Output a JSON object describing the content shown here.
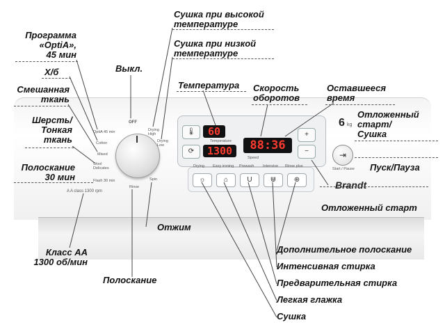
{
  "labels": {
    "high_temp_dry": "Сушка при высокой\nтемпературе",
    "low_temp_dry": "Сушка при низкой\nтемпературе",
    "program_optia": "Программа\n«OptiA»,\n45 мин",
    "off": "Выкл.",
    "cotton": "Х/б",
    "mixed": "Смешанная\nткань",
    "temperature": "Температура",
    "spin_speed": "Скорость\nоборотов",
    "remaining_time": "Оставшееся\nвремя",
    "delayed_start_dry": "Отложенный\nстарт/\nСушка",
    "wool": "Шерсть/\nТонкая\nткань",
    "start_pause": "Пуск/Пауза",
    "rinse30": "Полоскание\n30 мин",
    "delayed_start": "Отложенный старт",
    "spin": "Отжим",
    "class_aa": "Класс АА\n1300 об/мин",
    "extra_rinse": "Дополнительное полоскание",
    "intensive": "Интенсивная стирка",
    "prewash": "Предварительная стирка",
    "easy_iron": "Легкая глажка",
    "rinse": "Полоскание",
    "drying": "Сушка"
  },
  "panel": {
    "off_mark": "OFF",
    "optia_small": "OptiA 45 min",
    "cotton_small": "Cotton",
    "mixed_small": "Mixed",
    "wool_small": "Wool\nDelicates",
    "flash_small": "Flash 30 min",
    "rinse_small": "Rinse",
    "spin_small": "Spin",
    "drying_high_small": "Drying\nHigh",
    "drying_low_small": "Drying\nLow",
    "class_small": "A A class 1300 rpm",
    "display_temp": "60",
    "display_speed": "1300",
    "display_time": "88:36",
    "temp_caption": "Temperature",
    "speed_caption": "Speed",
    "load_kg": "6",
    "kg_unit": "kg",
    "brand": "Brandt",
    "btn_drying": "Drying",
    "btn_easy_iron": "Easy ironing",
    "btn_prewash": "Prewash",
    "btn_intensive": "Intensive",
    "btn_rinse_plus": "Rinse plus",
    "start_caption": "Start / Pause"
  }
}
